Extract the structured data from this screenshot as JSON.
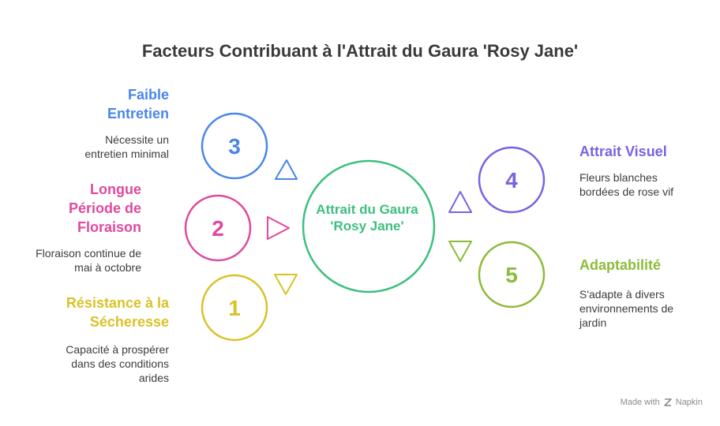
{
  "title": "Facteurs Contribuant à l'Attrait du Gaura 'Rosy Jane'",
  "center": {
    "label": "Attrait du Gaura 'Rosy Jane'",
    "color": "#3dbf7e"
  },
  "factors": [
    {
      "number": "3",
      "title": "Faible Entretien",
      "description": "Nécessite un entretien minimal",
      "color": "#4a86e8"
    },
    {
      "number": "2",
      "title": "Longue Période de Floraison",
      "description": "Floraison continue de mai à octobre",
      "color": "#e04a9c"
    },
    {
      "number": "1",
      "title": "Résistance à la Sécheresse",
      "description": "Capacité à prospérer dans des conditions arides",
      "color": "#d9c227"
    },
    {
      "number": "4",
      "title": "Attrait Visuel",
      "description": "Fleurs blanches bordées de rose vif",
      "color": "#7b61e0"
    },
    {
      "number": "5",
      "title": "Adaptabilité",
      "description": "S'adapte à divers environnements de jardin",
      "color": "#8dbb3a"
    }
  ],
  "footer": {
    "made_with": "Made with",
    "brand": "Napkin",
    "icon": "napkin-logo-icon"
  }
}
